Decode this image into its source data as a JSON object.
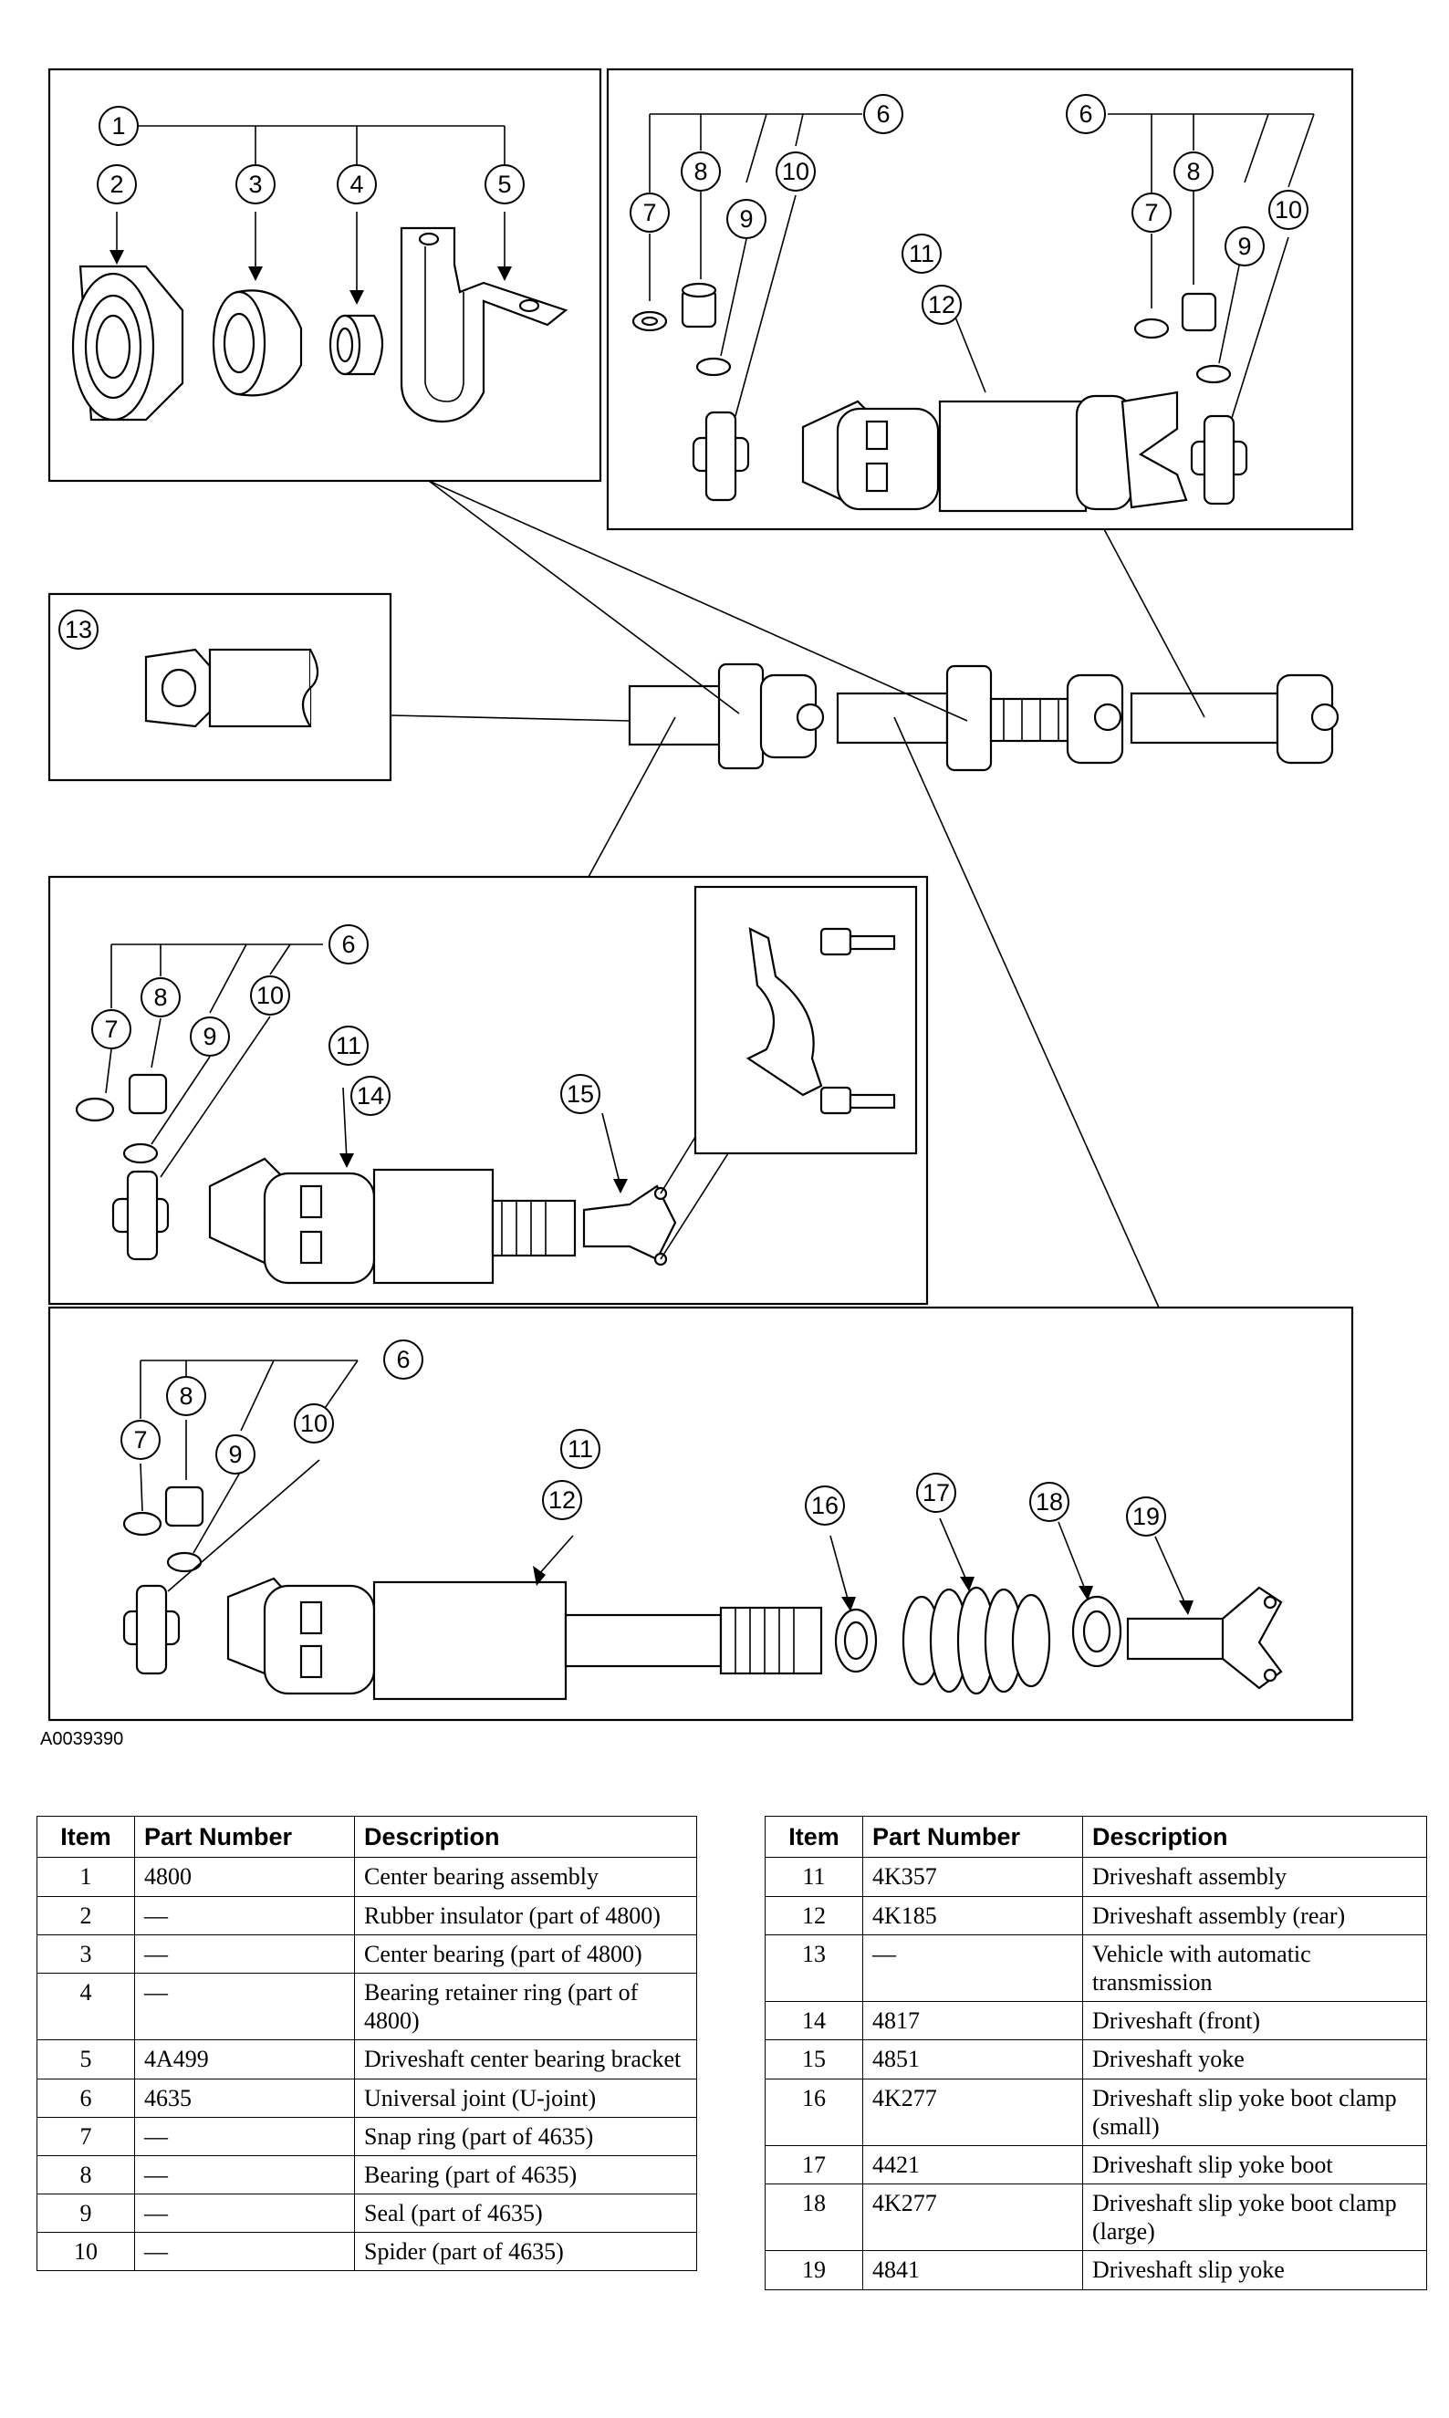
{
  "figure_code": "A0039390",
  "callouts": {
    "c1": "1",
    "c2": "2",
    "c3": "3",
    "c4": "4",
    "c5": "5",
    "c6": "6",
    "c7": "7",
    "c8": "8",
    "c9": "9",
    "c10": "10",
    "c11": "11",
    "c12": "12",
    "c13": "13",
    "c14": "14",
    "c15": "15",
    "c16": "16",
    "c17": "17",
    "c18": "18",
    "c19": "19"
  },
  "table": {
    "headers": {
      "item": "Item",
      "part_number": "Part Number",
      "description": "Description"
    },
    "left_rows": [
      {
        "item": "1",
        "part_number": "4800",
        "description": "Center bearing assembly"
      },
      {
        "item": "2",
        "part_number": "—",
        "description": "Rubber insulator (part of 4800)"
      },
      {
        "item": "3",
        "part_number": "—",
        "description": "Center bearing (part of 4800)"
      },
      {
        "item": "4",
        "part_number": "—",
        "description": "Bearing retainer ring (part of 4800)"
      },
      {
        "item": "5",
        "part_number": "4A499",
        "description": "Driveshaft center bearing bracket"
      },
      {
        "item": "6",
        "part_number": "4635",
        "description": "Universal joint (U-joint)"
      },
      {
        "item": "7",
        "part_number": "—",
        "description": "Snap ring (part of 4635)"
      },
      {
        "item": "8",
        "part_number": "—",
        "description": "Bearing (part of 4635)"
      },
      {
        "item": "9",
        "part_number": "—",
        "description": "Seal (part of 4635)"
      },
      {
        "item": "10",
        "part_number": "—",
        "description": "Spider (part of 4635)"
      }
    ],
    "right_rows": [
      {
        "item": "11",
        "part_number": "4K357",
        "description": "Driveshaft assembly"
      },
      {
        "item": "12",
        "part_number": "4K185",
        "description": "Driveshaft assembly (rear)"
      },
      {
        "item": "13",
        "part_number": "—",
        "description": "Vehicle with automatic transmission"
      },
      {
        "item": "14",
        "part_number": "4817",
        "description": "Driveshaft (front)"
      },
      {
        "item": "15",
        "part_number": "4851",
        "description": "Driveshaft yoke"
      },
      {
        "item": "16",
        "part_number": "4K277",
        "description": "Driveshaft slip yoke boot clamp (small)"
      },
      {
        "item": "17",
        "part_number": "4421",
        "description": "Driveshaft slip yoke boot"
      },
      {
        "item": "18",
        "part_number": "4K277",
        "description": "Driveshaft slip yoke boot clamp (large)"
      },
      {
        "item": "19",
        "part_number": "4841",
        "description": "Driveshaft slip yoke"
      }
    ]
  }
}
